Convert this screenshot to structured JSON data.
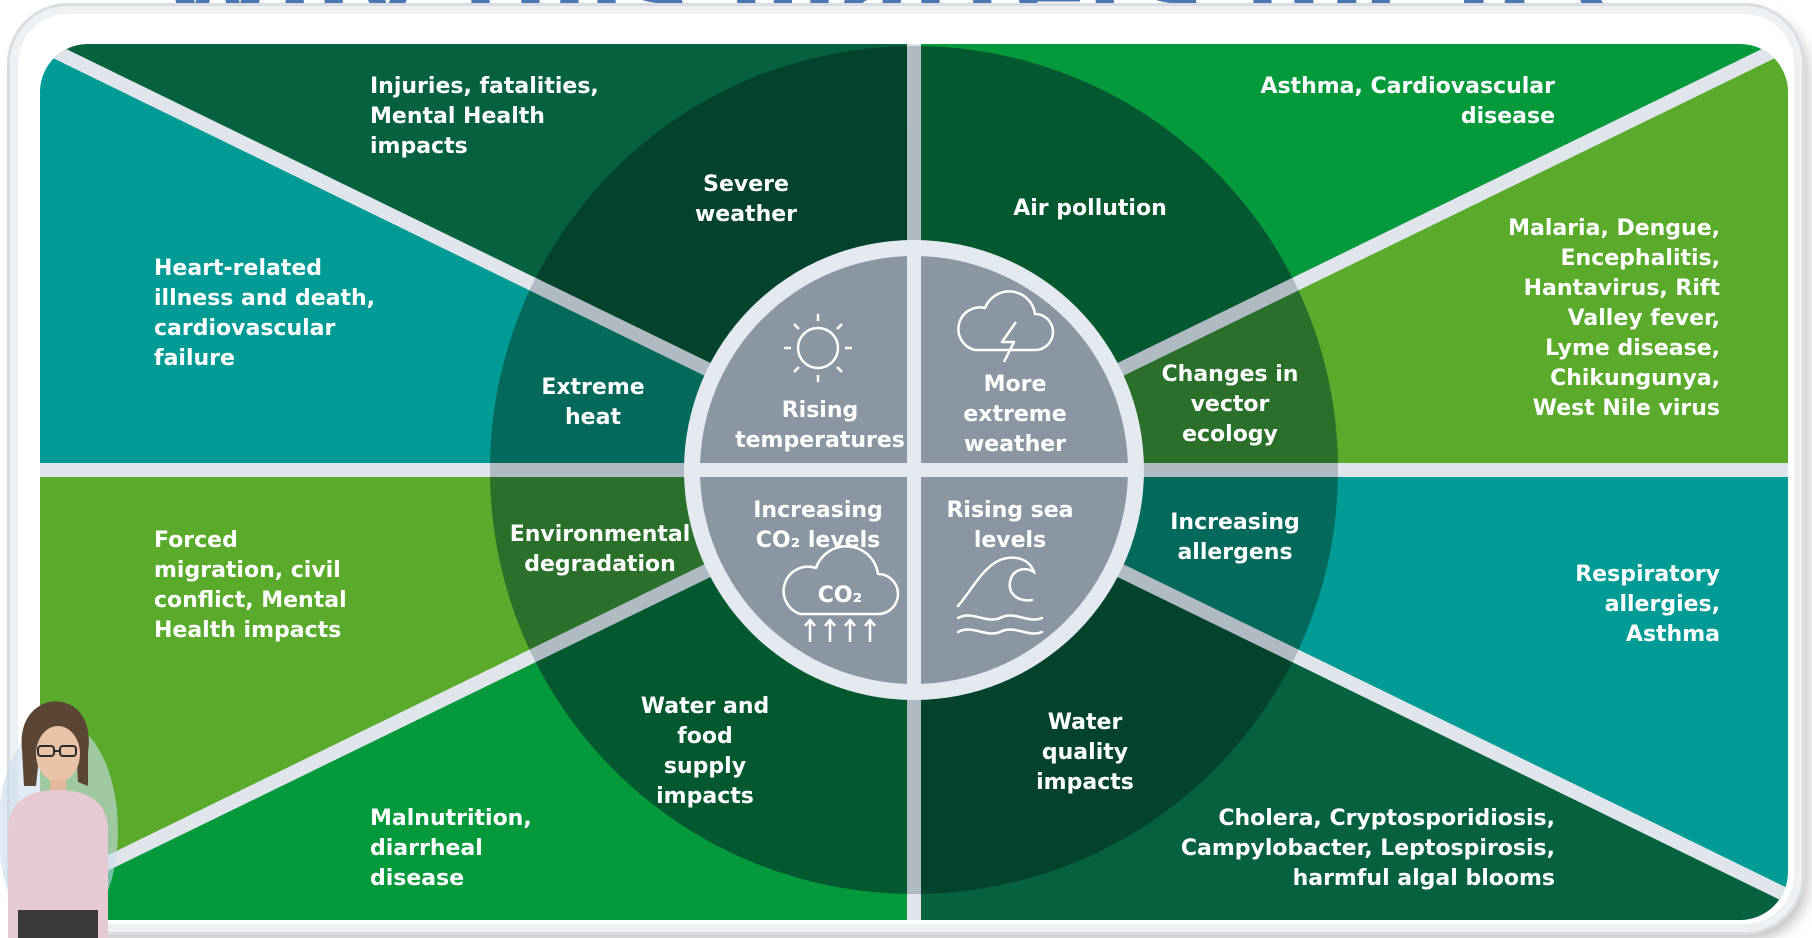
{
  "title": "Why this matters for IPC",
  "center": {
    "rising_temperatures": "Rising temperatures",
    "more_extreme_weather": "More extreme weather",
    "increasing_co2": "Increasing CO₂ levels",
    "co2_cloud_label": "CO₂",
    "rising_sea_levels": "Rising sea levels"
  },
  "ring": {
    "severe_weather": "Severe weather",
    "air_pollution": "Air pollution",
    "extreme_heat": "Extreme heat",
    "vector_ecology": "Changes in vector ecology",
    "environmental_degradation": "Environmental degradation",
    "increasing_allergens": "Increasing allergens",
    "water_food_supply": "Water and food supply impacts",
    "water_quality": "Water quality impacts"
  },
  "outcomes": {
    "injuries": "Injuries, fatalities, Mental Health impacts",
    "asthma_cardio": "Asthma, Cardiovascular disease",
    "heart_related": "Heart-related illness and death, cardiovascular failure",
    "vector_diseases": "Malaria, Dengue, Encephalitis, Hantavirus, Rift Valley fever, Lyme disease, Chikungunya, West Nile virus",
    "forced_migration": "Forced migration, civil conflict, Mental Health impacts",
    "respiratory": "Respiratory allergies, Asthma",
    "malnutrition": "Malnutrition, diarrheal disease",
    "waterborne": "Cholera, Cryptosporidiosis, Campylobacter, Leptospirosis, harmful algal blooms"
  },
  "colors": {
    "teal": "#009b95",
    "forest_dark": "#05613e",
    "green": "#04993b",
    "lime": "#5aaa2c",
    "ring_dark": "#033f2c",
    "center_grey": "#8a97a3",
    "divider": "#dfe5ea"
  }
}
